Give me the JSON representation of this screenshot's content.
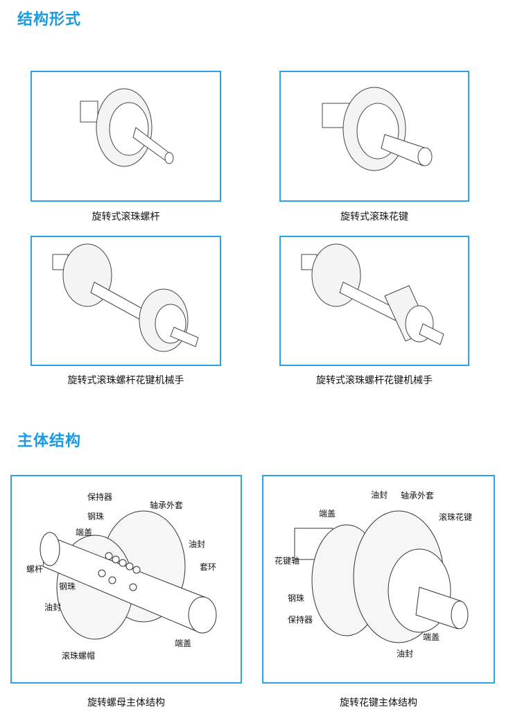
{
  "sections": {
    "structure_forms": "结构形式",
    "main_structure": "主体结构"
  },
  "forms": [
    {
      "caption": "旋转式滚珠螺杆"
    },
    {
      "caption": "旋转式滚珠花键"
    },
    {
      "caption": "旋转式滚珠螺杆花键机械手"
    },
    {
      "caption": "旋转式滚珠螺杆花键机械手"
    }
  ],
  "diagrams": [
    {
      "caption": "旋转螺母主体结构",
      "labels": [
        "保持器",
        "轴承外套",
        "钢珠",
        "端盖",
        "油封",
        "螺杆",
        "套环",
        "钢珠",
        "油封",
        "端盖",
        "滚珠螺帽"
      ]
    },
    {
      "caption": "旋转花键主体结构",
      "labels": [
        "油封",
        "轴承外套",
        "端盖",
        "滚珠花键",
        "花键轴",
        "钢珠",
        "保持器",
        "端盖",
        "油封"
      ]
    }
  ],
  "colors": {
    "accent": "#1b9ae0",
    "border": "#2aa3e3"
  }
}
